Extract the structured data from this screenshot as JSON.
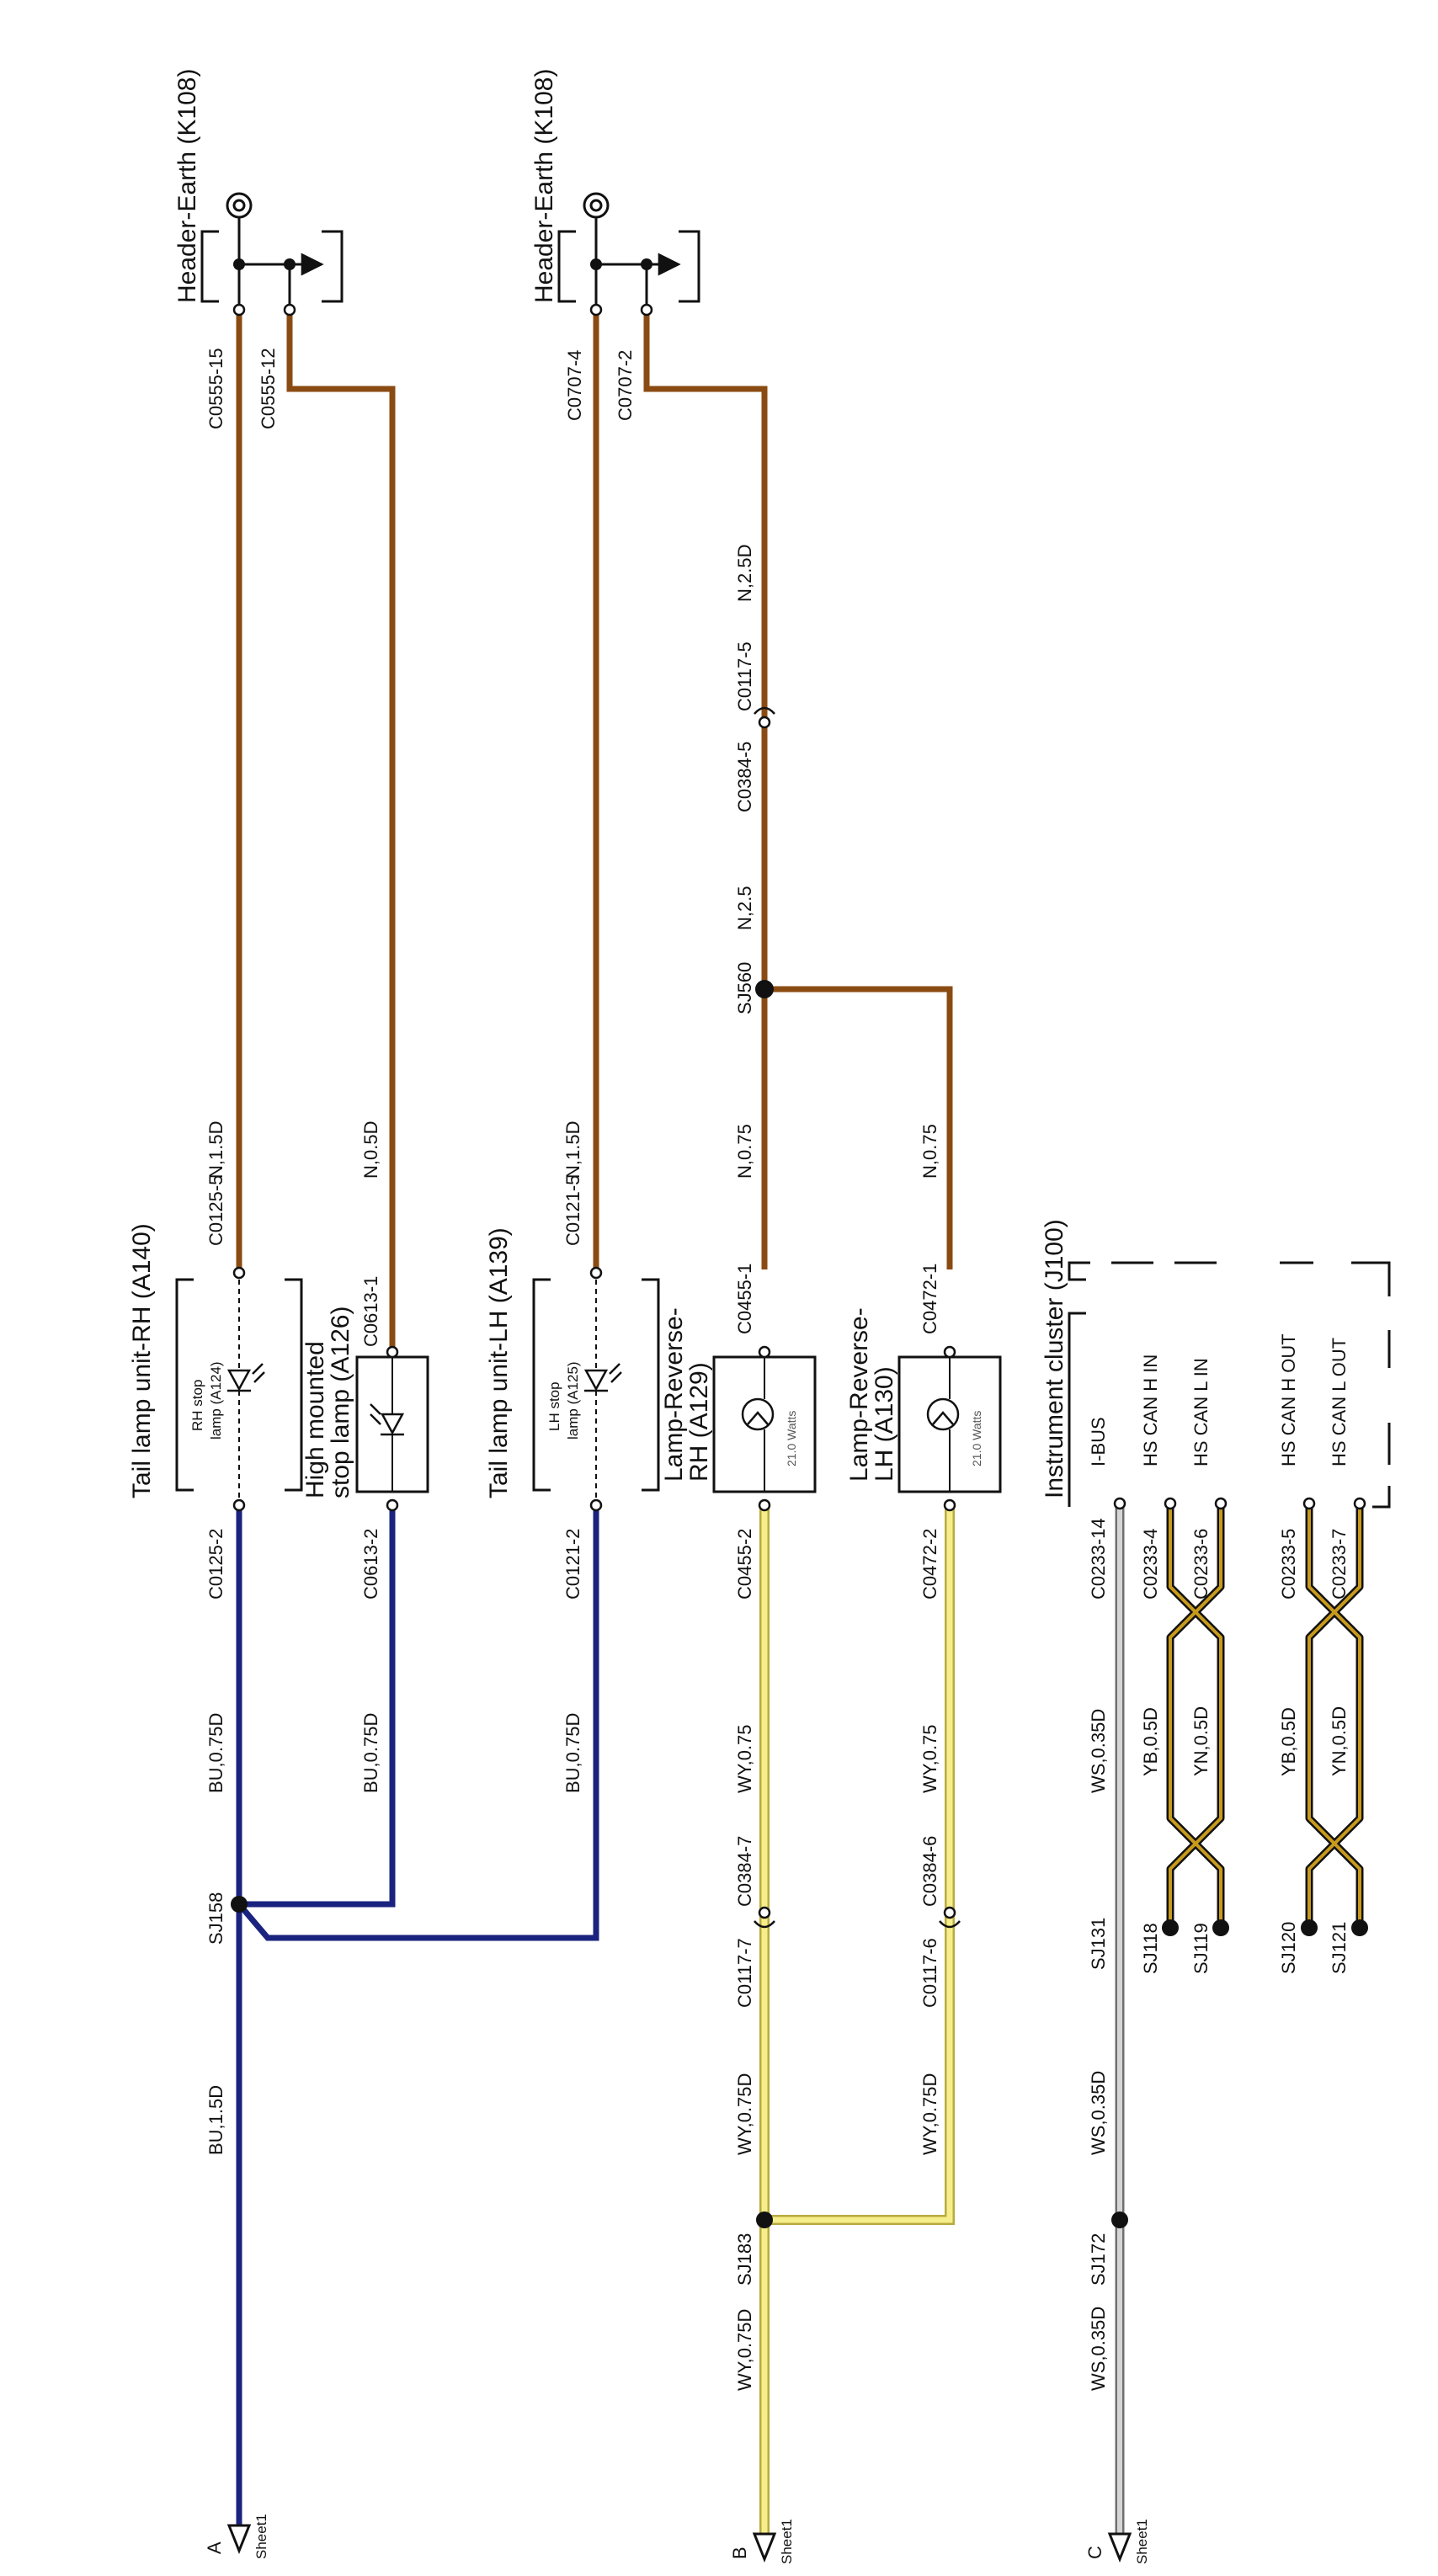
{
  "colors": {
    "brown": "#8a4b12",
    "blue": "#1a237e",
    "yellow_fill": "#f6ee8a",
    "yellow_edge": "#b9aa40",
    "grey_fill": "#d6d6d6",
    "grey_edge": "#707070",
    "gold": "#c89a1c",
    "black": "#111111"
  },
  "components": {
    "header_earth_1": "Header-Earth (K108)",
    "header_earth_2": "Header-Earth (K108)",
    "tail_rh": "Tail lamp unit-RH (A140)",
    "rh_stop_1": "RH stop",
    "rh_stop_2": "lamp (A124)",
    "high_stop_1": "High mounted",
    "high_stop_2": "stop lamp (A126)",
    "tail_lh": "Tail lamp unit-LH (A139)",
    "lh_stop_1": "LH stop",
    "lh_stop_2": "lamp (A125)",
    "rev_rh_1": "Lamp-Reverse-",
    "rev_rh_2": "RH (A129)",
    "rev_lh_1": "Lamp-Reverse-",
    "rev_lh_2": "LH (A130)",
    "watts_rh": "21.0 Watts",
    "watts_lh": "21.0 Watts",
    "cluster": "Instrument cluster (J100)",
    "ibus": "I-BUS",
    "hs_can_h_in": "HS CAN H IN",
    "hs_can_l_in": "HS CAN L IN",
    "hs_can_h_out": "HS CAN H OUT",
    "hs_can_l_out": "HS CAN L OUT"
  },
  "connectors": {
    "c0555_15": "C0555-15",
    "c0555_12": "C0555-12",
    "c0707_4": "C0707-4",
    "c0707_2": "C0707-2",
    "c0384_5": "C0384-5",
    "c0117_5": "C0117-5",
    "c0125_5": "C0125-5",
    "c0125_2": "C0125-2",
    "c0613_1": "C0613-1",
    "c0613_2": "C0613-2",
    "c0121_5": "C0121-5",
    "c0121_2": "C0121-2",
    "c0455_1": "C0455-1",
    "c0455_2": "C0455-2",
    "c0472_1": "C0472-1",
    "c0472_2": "C0472-2",
    "c0117_7": "C0117-7",
    "c0384_7": "C0384-7",
    "c0117_6": "C0117-6",
    "c0384_6": "C0384-6",
    "c0233_14": "C0233-14",
    "c0233_4": "C0233-4",
    "c0233_6": "C0233-6",
    "c0233_5": "C0233-5",
    "c0233_7": "C0233-7"
  },
  "wires": {
    "n_15d": "N,1.5D",
    "n_05d": "N,0.5D",
    "n_15d_lh": "N,1.5D",
    "n_25d": "N,2.5D",
    "n_25": "N,2.5",
    "n_075_rh": "N,0.75",
    "n_075_lh": "N,0.75",
    "bu_075d_1": "BU,0.75D",
    "bu_075d_2": "BU,0.75D",
    "bu_075d_3": "BU,0.75D",
    "bu_15d": "BU,1.5D",
    "wy_075_1": "WY,0.75",
    "wy_075_2": "WY,0.75",
    "wy_075d_1": "WY,0.75D",
    "wy_075d_2": "WY,0.75D",
    "wy_075d_3": "WY,0.75D",
    "ws_035d_1": "WS,0.35D",
    "ws_035d_2": "WS,0.35D",
    "ws_035d_3": "WS,0.35D",
    "yb_05d_1": "YB,0.5D",
    "yn_05d_1": "YN,0.5D",
    "yb_05d_2": "YB,0.5D",
    "yn_05d_2": "YN,0.5D"
  },
  "splices": {
    "sj560": "SJ560",
    "sj158": "SJ158",
    "sj183": "SJ183",
    "sj131": "SJ131",
    "sj118": "SJ118",
    "sj119": "SJ119",
    "sj120": "SJ120",
    "sj121": "SJ121",
    "sj172": "SJ172"
  },
  "sheet_refs": {
    "a_letter": "A",
    "a_sheet": "Sheet1",
    "b_letter": "B",
    "b_sheet": "Sheet1",
    "c_letter": "C",
    "c_sheet": "Sheet1"
  }
}
